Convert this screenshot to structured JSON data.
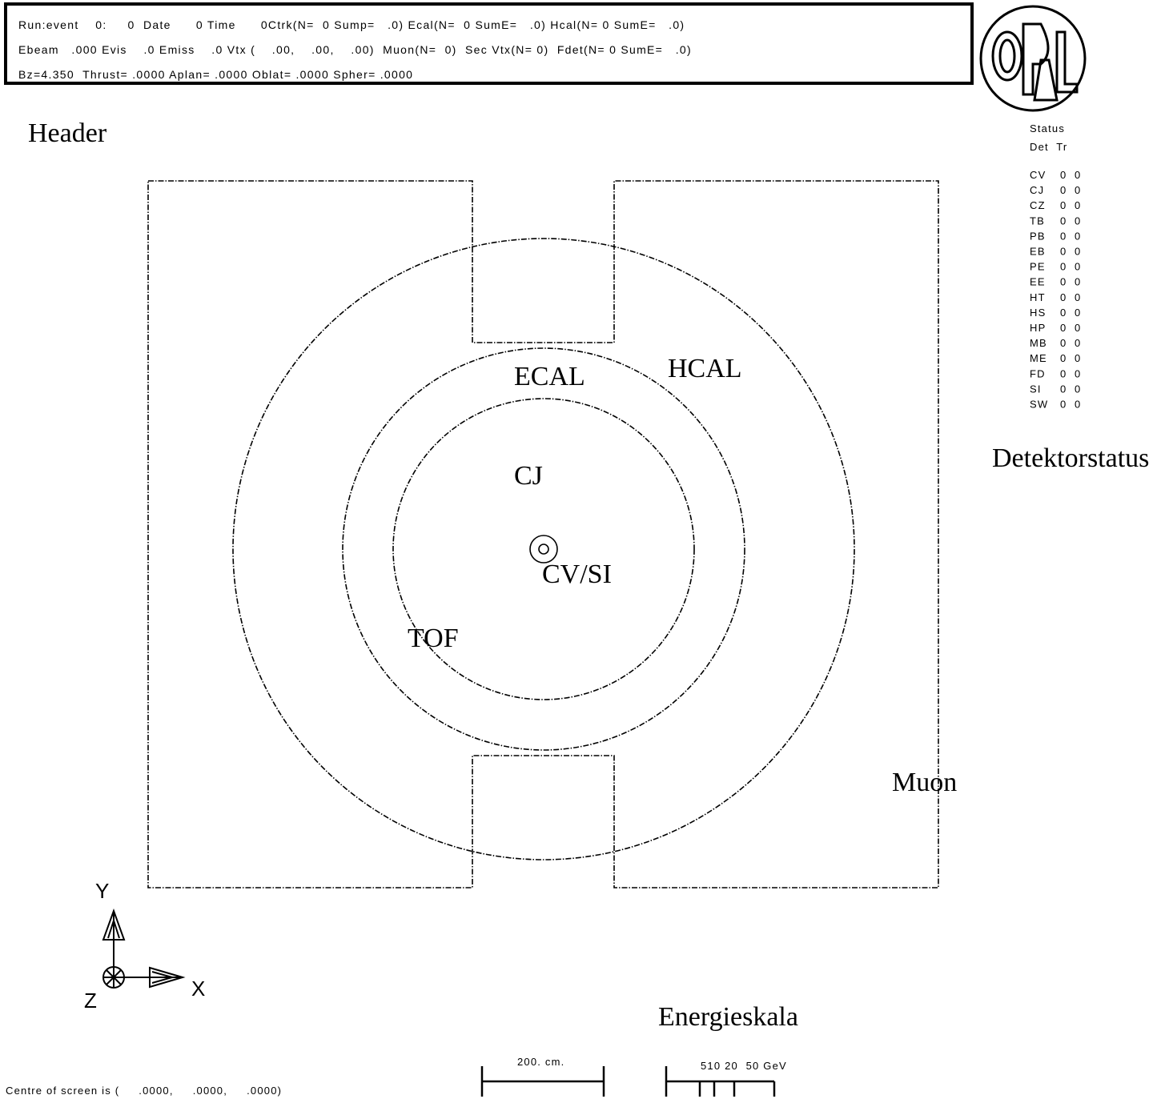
{
  "header": {
    "lines": [
      "Run:event    0:     0  Date      0 Time      0Ctrk(N=  0 Sump=   .0) Ecal(N=  0 SumE=   .0) Hcal(N= 0 SumE=   .0)",
      "Ebeam   .000 Evis    .0 Emiss    .0 Vtx (    .00,    .00,    .00)  Muon(N=  0)  Sec Vtx(N= 0)  Fdet(N= 0 SumE=   .0)",
      "Bz=4.350  Thrust= .0000 Aplan= .0000 Oblat= .0000 Spher= .0000"
    ]
  },
  "logo": "OPAL",
  "status": {
    "title": "Status",
    "columns": "Det  Tr",
    "rows": [
      {
        "det": "CV",
        "val": "0  0"
      },
      {
        "det": "CJ",
        "val": "0  0"
      },
      {
        "det": "CZ",
        "val": "0  0"
      },
      {
        "det": "TB",
        "val": "0  0"
      },
      {
        "det": "PB",
        "val": "0  0"
      },
      {
        "det": "EB",
        "val": "0  0"
      },
      {
        "det": "PE",
        "val": "0  0"
      },
      {
        "det": "EE",
        "val": "0  0"
      },
      {
        "det": "HT",
        "val": "0  0"
      },
      {
        "det": "HS",
        "val": "0  0"
      },
      {
        "det": "HP",
        "val": "0  0"
      },
      {
        "det": "MB",
        "val": "0  0"
      },
      {
        "det": "ME",
        "val": "0  0"
      },
      {
        "det": "FD",
        "val": "0  0"
      },
      {
        "det": "SI",
        "val": "0  0"
      },
      {
        "det": "SW",
        "val": "0  0"
      }
    ]
  },
  "annotations": {
    "header": "Header",
    "detektorstatus": "Detektorstatus",
    "ecal": "ECAL",
    "hcal": "HCAL",
    "cj": "CJ",
    "cvsi": "CV/SI",
    "tof": "TOF",
    "muon": "Muon",
    "energieskala": "Energieskala"
  },
  "axes": {
    "y": "Y",
    "x": "X",
    "z": "Z"
  },
  "footer": {
    "centre": "Centre of screen is (     .0000,     .0000,     .0000)",
    "length_scale": "200. cm.",
    "energy_scale": "510 20  50 GeV"
  }
}
